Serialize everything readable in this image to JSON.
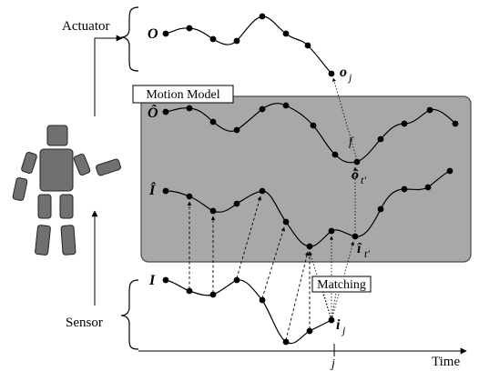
{
  "labels": {
    "actuator": "Actuator",
    "sensor": "Sensor",
    "motion_model": "Motion Model",
    "matching": "Matching",
    "time": "Time",
    "f": "f",
    "j_axis": "j"
  },
  "symbols": {
    "O": "O",
    "O_hat": "Ô",
    "I_hat": "Î",
    "I": "I",
    "o_j": "o",
    "o_j_sub": "j",
    "o_hat_t": "ô",
    "o_hat_t_sub": "t′",
    "i_hat_t": "î",
    "i_hat_t_sub": "t′",
    "i_j": "i",
    "i_j_sub": "j"
  },
  "colors": {
    "panel_fill": "#a8a8a8",
    "panel_stroke": "#4a4a4a",
    "figure_fill": "#707070",
    "figure_stroke": "#222222",
    "ink": "#000000"
  }
}
